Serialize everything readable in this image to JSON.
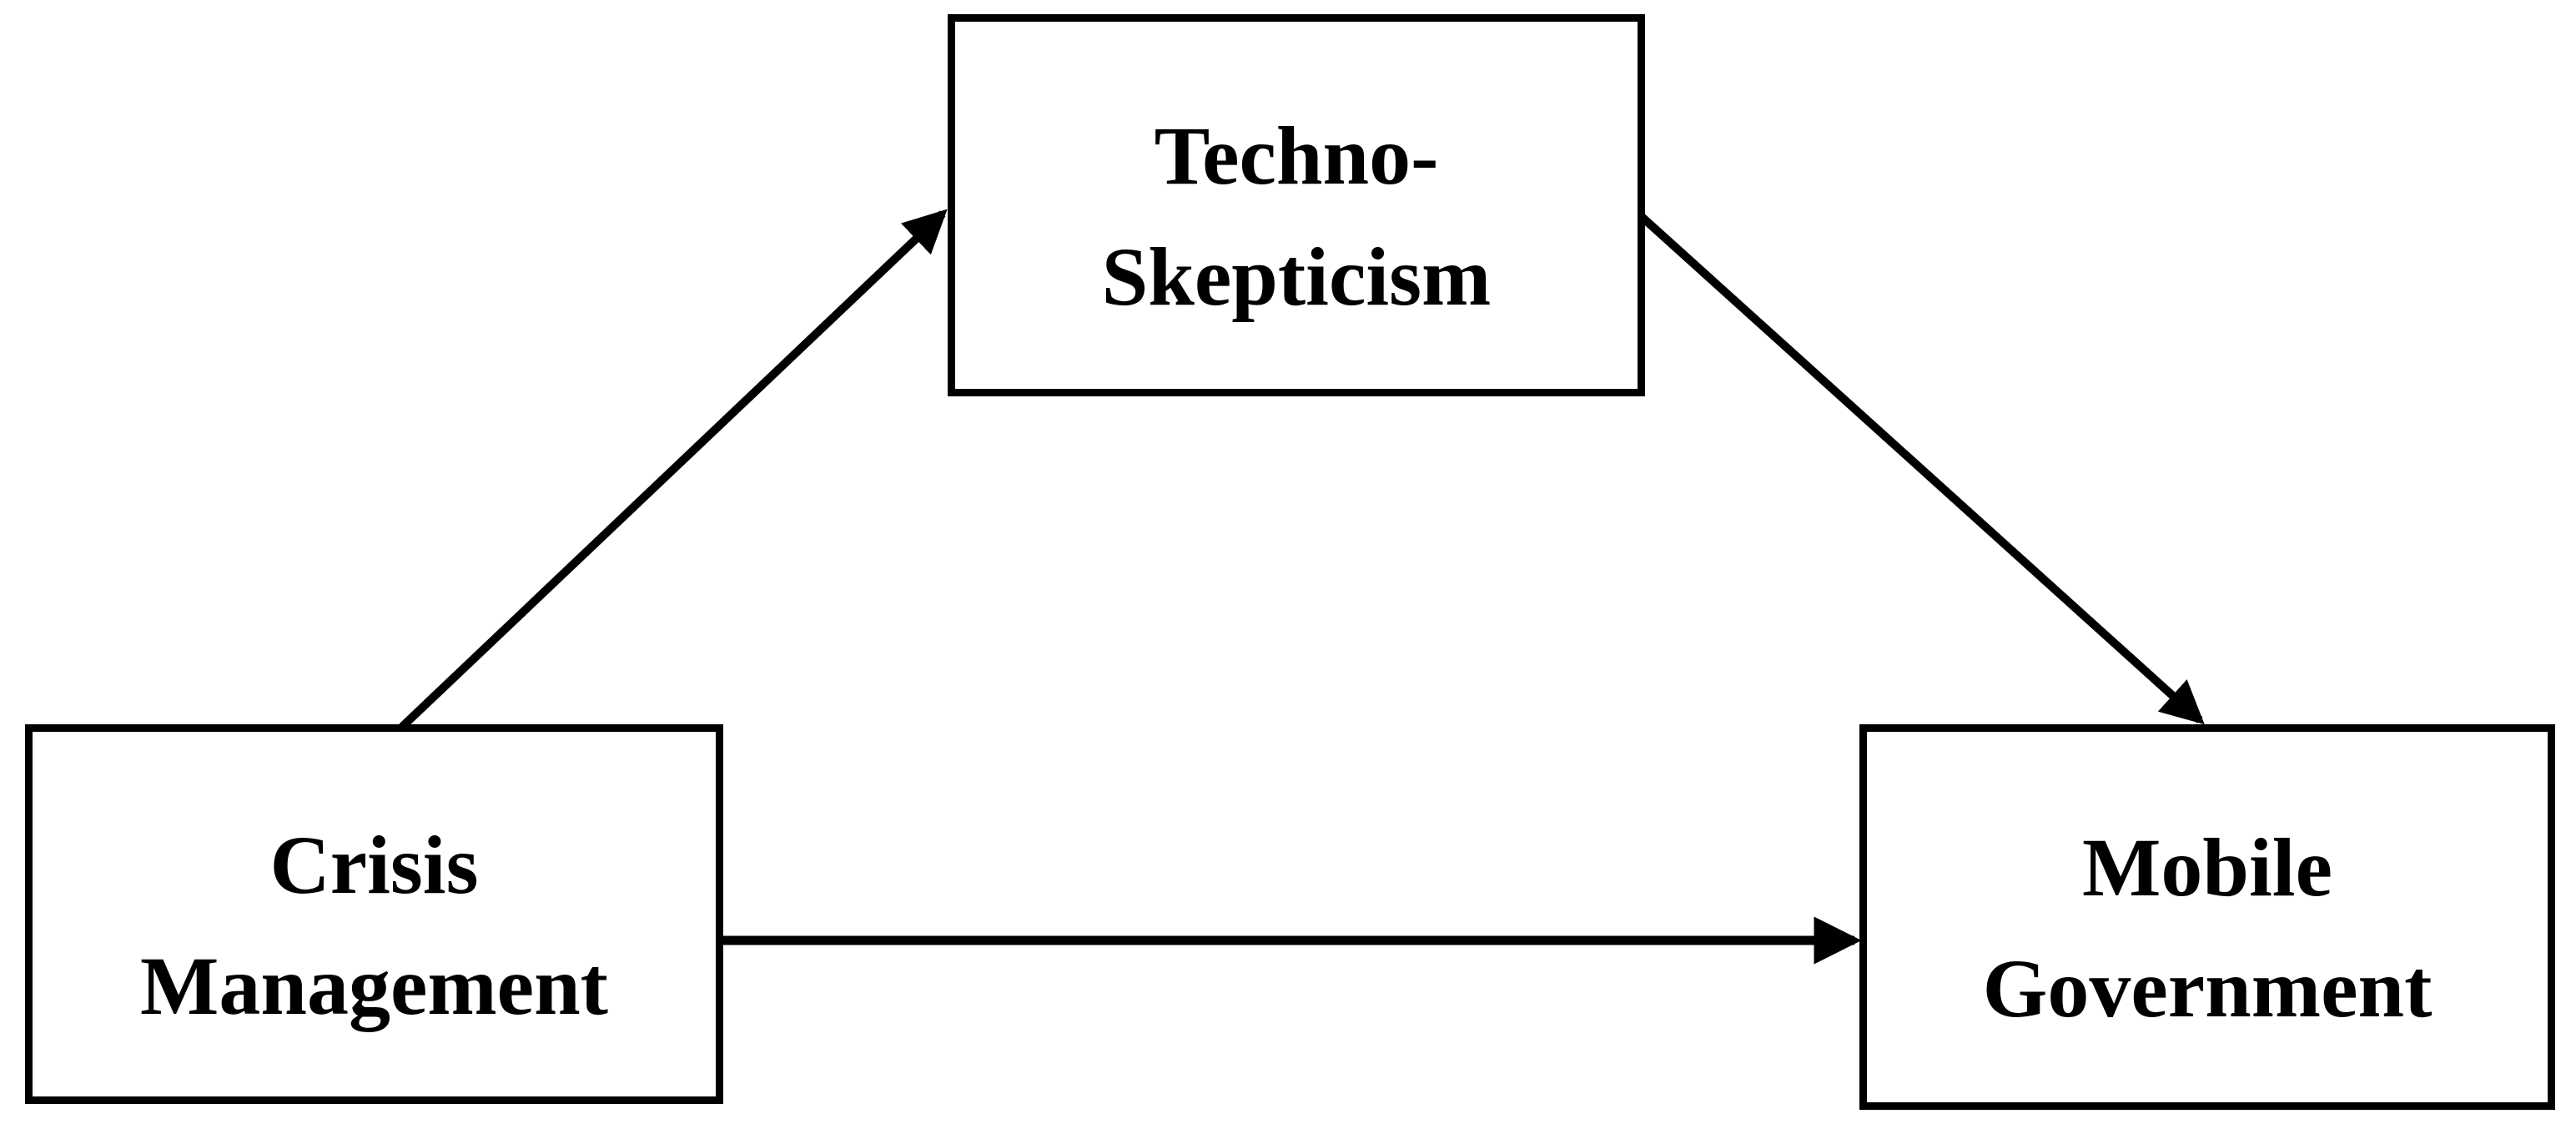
{
  "diagram": {
    "background_color": "#ffffff",
    "line_color": "#000000",
    "nodes": {
      "crisis_management": {
        "label_line1": "Crisis",
        "label_line2": "Management"
      },
      "techno_skepticism": {
        "label_line1": "Techno-",
        "label_line2": "Skepticism"
      },
      "mobile_government": {
        "label_line1": "Mobile",
        "label_line2": "Government"
      }
    },
    "arrows": [
      {
        "from": "crisis_management",
        "to": "techno_skepticism"
      },
      {
        "from": "techno_skepticism",
        "to": "mobile_government"
      },
      {
        "from": "crisis_management",
        "to": "mobile_government"
      }
    ]
  }
}
